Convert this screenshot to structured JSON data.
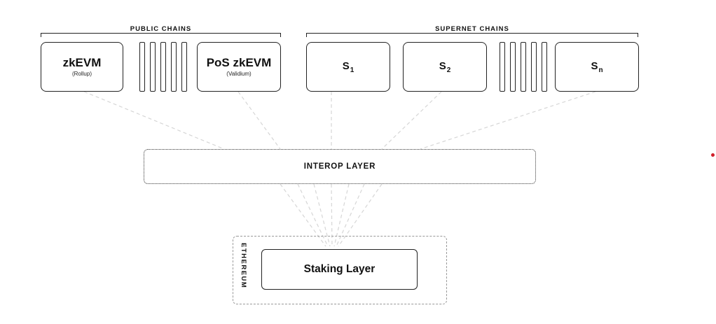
{
  "public_chains": {
    "label": "PUBLIC CHAINS",
    "zkevm": {
      "name": "zkEVM",
      "sub": "(Rollup)"
    },
    "pos_zkevm": {
      "name": "PoS zkEVM",
      "sub": "(Validium)"
    }
  },
  "supernet_chains": {
    "label": "SUPERNET CHAINS",
    "s1": {
      "base": "S",
      "subscript": "1"
    },
    "s2": {
      "base": "S",
      "subscript": "2"
    },
    "sn": {
      "base": "S",
      "subscript": "n"
    }
  },
  "interop_layer": "INTEROP LAYER",
  "ethereum": {
    "label": "ETHEREUM",
    "staking_layer": "Staking Layer"
  },
  "colors": {
    "line": "#222222",
    "dashed_connector": "#d6d6d6",
    "accent_dot": "#d0202b"
  }
}
